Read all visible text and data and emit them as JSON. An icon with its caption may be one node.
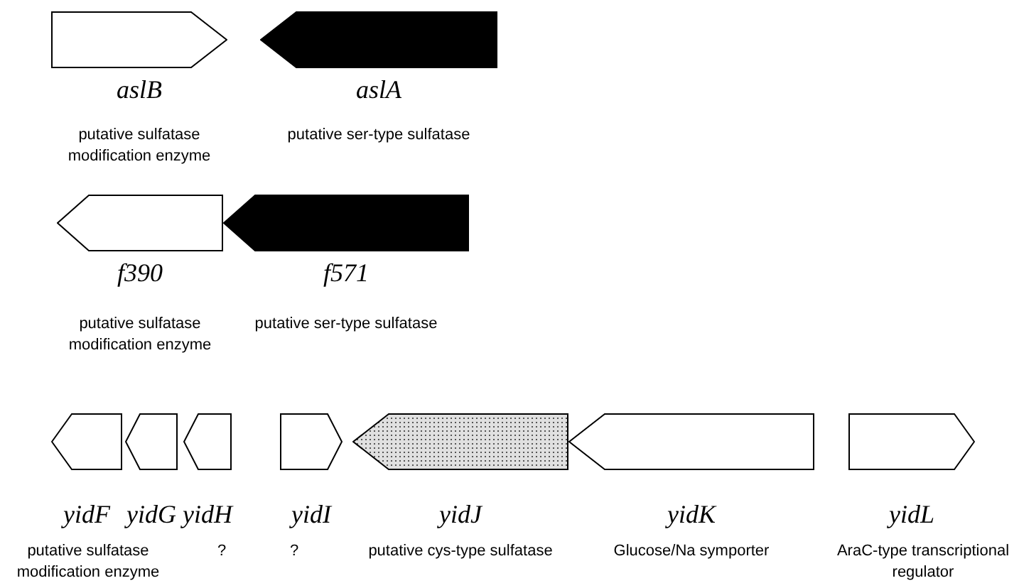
{
  "diagram": {
    "nodes": [
      {
        "text": [
          "aslB",
          "putative sulfatase modification enzyme"
        ]
      },
      {
        "text": [
          "aslA",
          "putative ser-type sulfatase"
        ]
      },
      {
        "text": [
          "f390",
          "putative sulfatase modification enzyme"
        ]
      },
      {
        "text": [
          "f571",
          "putative ser-type sulfatase"
        ]
      },
      {
        "text": [
          "yidF",
          "putative sulfatase modification enzyme"
        ]
      },
      {
        "text": [
          "yidG"
        ]
      },
      {
        "text": [
          "yidH",
          "?"
        ]
      },
      {
        "text": [
          "yidI",
          "?"
        ]
      },
      {
        "text": [
          "yidJ",
          "putative cys-type sulfatase"
        ]
      },
      {
        "text": [
          "yidK",
          "Glucose/Na symporter"
        ]
      },
      {
        "text": [
          "yidL",
          "AraC-type transcriptional regulator"
        ]
      }
    ]
  }
}
